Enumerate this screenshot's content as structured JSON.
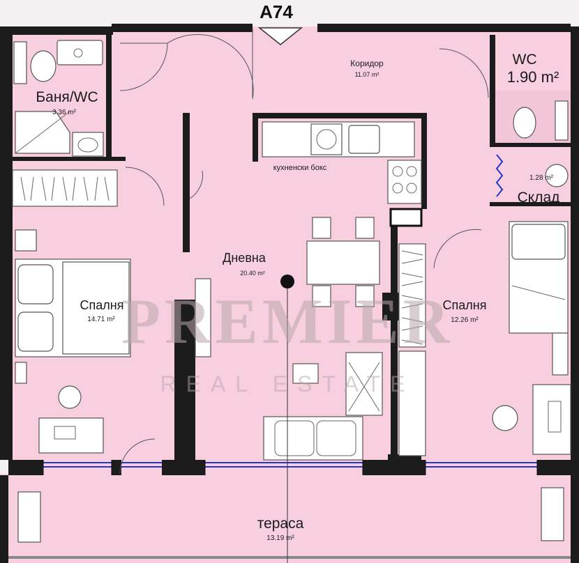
{
  "colors": {
    "floor": "#f7cfdf",
    "wall": "#1c1c1c",
    "glass": "#2437c8",
    "wc_pink": "#f2c6d8"
  },
  "unit": {
    "label": "A74"
  },
  "rooms": {
    "corridor": {
      "name": "Коридор",
      "area": "11.07 m²"
    },
    "wc": {
      "name": "WC",
      "area": "1.90 m²"
    },
    "bath": {
      "name": "Баня/WC",
      "area": "3.36 m²"
    },
    "kitchen": {
      "name": "кухненски бокс"
    },
    "storage": {
      "name": "Склад",
      "area": "1.28 m²"
    },
    "living": {
      "name": "Дневна",
      "area": "20.40 m²"
    },
    "bedroom_left": {
      "name": "Спалня",
      "area": "14.71 m²"
    },
    "bedroom_right": {
      "name": "Спалня",
      "area": "12.26 m²"
    },
    "terrace": {
      "name": "тераса",
      "area": "13.19 m²"
    }
  },
  "watermark": {
    "brand": "PREMIER",
    "sub": "REAL ESTATE"
  }
}
